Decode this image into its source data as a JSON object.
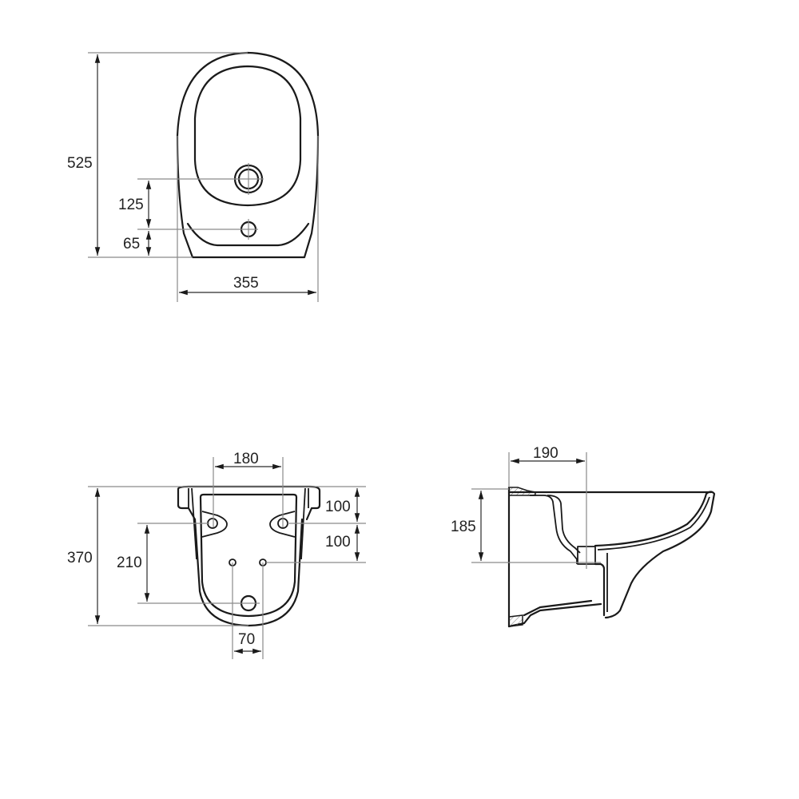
{
  "drawing": {
    "type": "technical-drawing",
    "subject": "wall-hung bidet dimension drawing",
    "units": "mm"
  },
  "views": {
    "top_view": {
      "dimensions": {
        "overall_length": "525",
        "tap_hole_to_back": "125",
        "waste_to_back": "65",
        "overall_width": "355"
      }
    },
    "rear_view": {
      "dimensions": {
        "fixing_bolt_spacing": "180",
        "top_to_fixing": "100",
        "fixing_to_supply": "100",
        "overall_height": "370",
        "fixing_to_waste": "210",
        "supply_spacing": "70"
      }
    },
    "side_view": {
      "dimensions": {
        "wall_to_waste": "190",
        "top_to_waste": "185"
      }
    }
  },
  "colors": {
    "line": "#1a1a1a",
    "dimension_line": "#8a8a8a",
    "background": "#ffffff"
  }
}
